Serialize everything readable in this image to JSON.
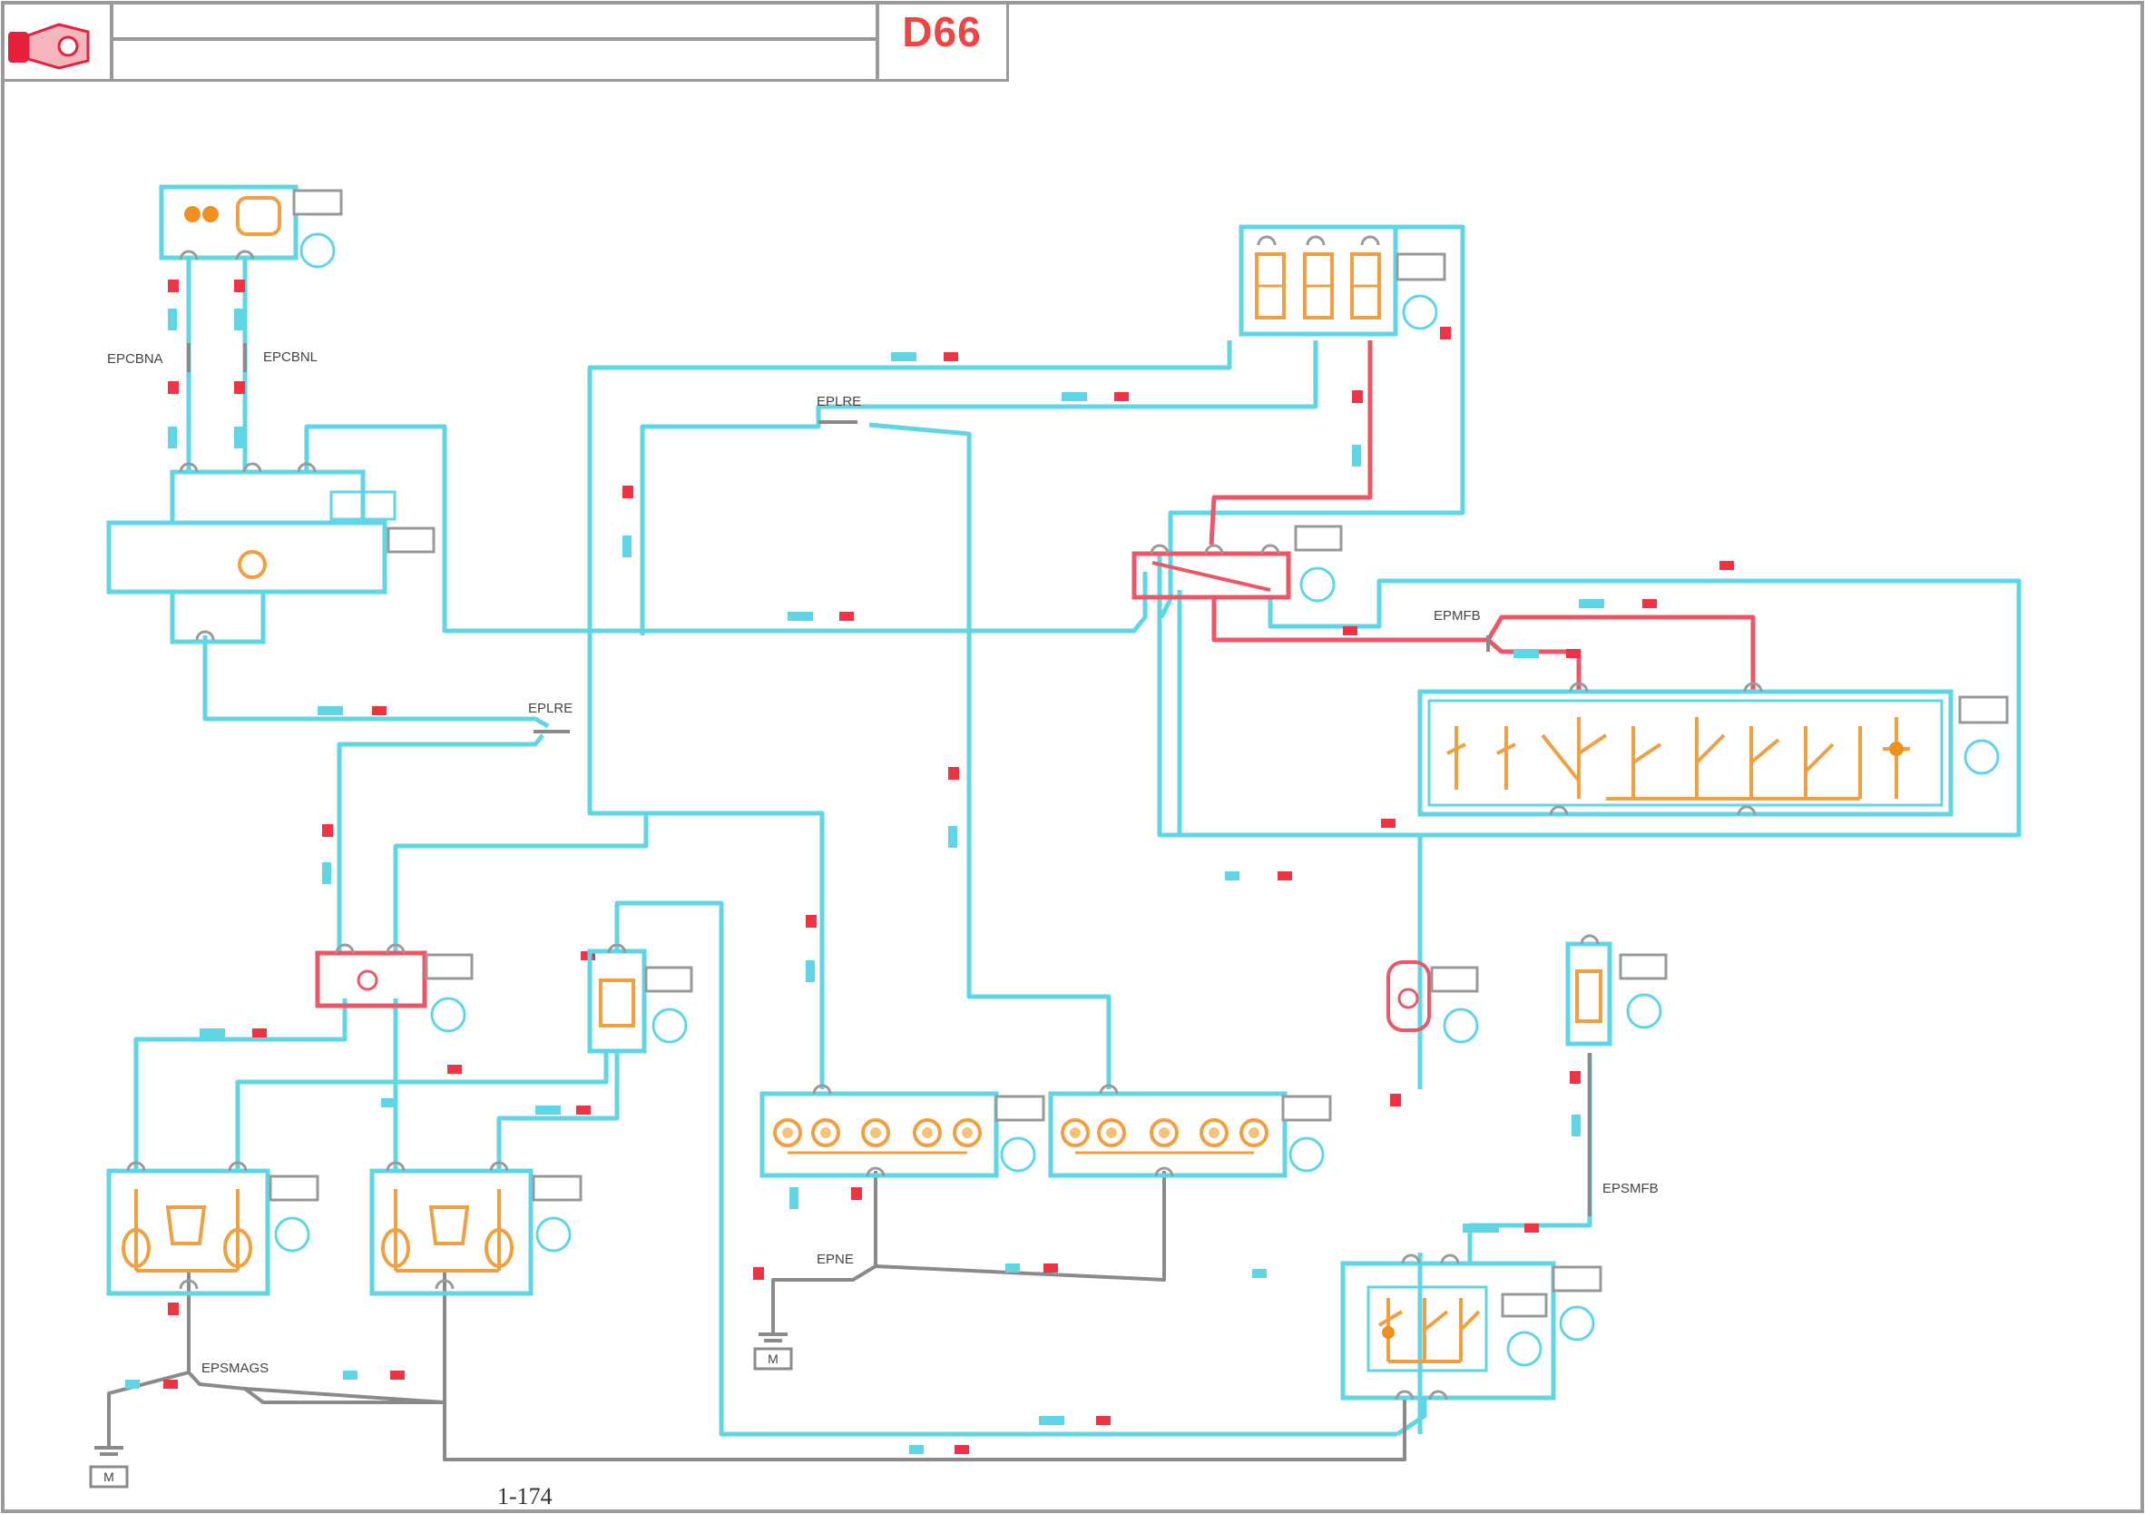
{
  "header": {
    "diagram_code": "D66",
    "subcode": "",
    "description": "",
    "title_line": ""
  },
  "page_number": "1-174",
  "colors": {
    "wire_cyan": "#5fd6e6",
    "wire_red": "#ee5566",
    "wire_gray": "#8a8a8a",
    "component_orange": "#f0a040",
    "component_red": "#e84455",
    "label_red": "#ee3344",
    "frame_gray": "#9a9a9a"
  },
  "splice_labels": {
    "s1": "EPCBNA",
    "s2": "EPCBNL",
    "s3": "EPLRE",
    "s4": "EPLRE",
    "s5": "EPMFB",
    "s6": "EPNE",
    "s7": "EPSMAGS",
    "s8": "EPSMFB"
  },
  "ground_tags": {
    "g1": "M",
    "g2": "M"
  }
}
